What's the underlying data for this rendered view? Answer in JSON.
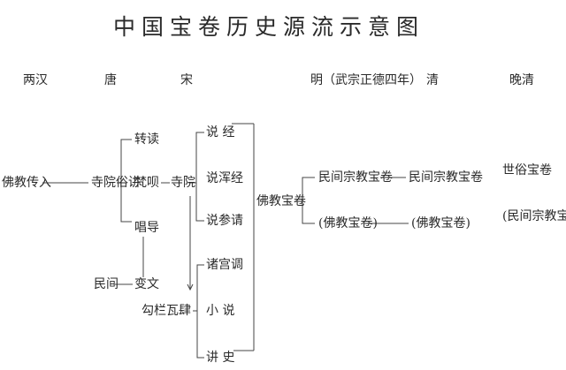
{
  "title": "中国宝卷历史源流示意图",
  "eras": {
    "han": "两汉",
    "tang": "唐",
    "song": "宋",
    "ming": "明（武宗正德四年）",
    "qing": "清",
    "late_qing": "晚清"
  },
  "nodes": {
    "fo_jiao_chuan_ru": "佛教传入",
    "si_yuan_su_jiang": "寺院俗讲",
    "zhuan_du": "转读",
    "fan_bai": "梵呗",
    "chang_dao": "唱导",
    "si_yuan": "寺院",
    "min_jian_tang": "民间",
    "bian_wen": "变文",
    "shuo_jing": "说  经",
    "shuo_hun_jing": "说浑经",
    "shuo_can_qing": "说参请",
    "zhu_gong_diao": "诸宫调",
    "xiao_shuo": "小  说",
    "jiang_shi": "讲  史",
    "gou_lan_wa_si": "勾栏瓦肆",
    "fo_jiao_bao_juan": "佛教宝卷",
    "min_jian_zong_jiao_bao_juan_ming": "民间宗教宝卷",
    "fo_jiao_bao_juan_paren_ming": "(佛教宝卷)",
    "min_jian_zong_jiao_bao_juan_qing": "民间宗教宝卷",
    "fo_jiao_bao_juan_paren_qing": "(佛教宝卷)",
    "shi_su_bao_juan": "世俗宝卷",
    "min_jian_zong_jiao_bao_juan_paren": "(民间宗教宝卷)"
  }
}
